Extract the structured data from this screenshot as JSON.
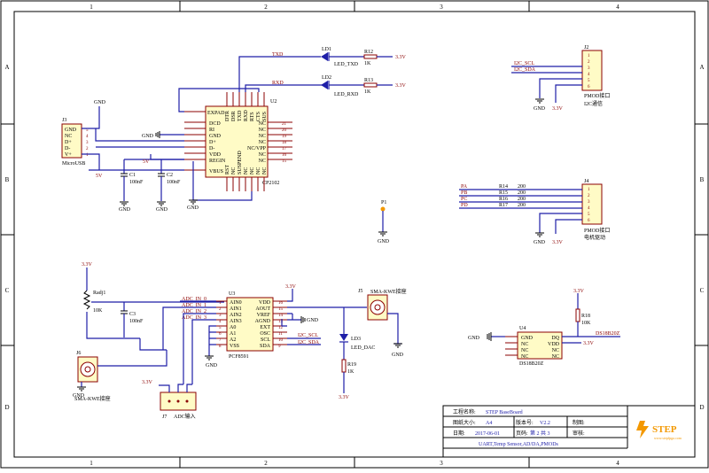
{
  "frame": {
    "cols": [
      "1",
      "2",
      "3",
      "4"
    ],
    "rows": [
      "A",
      "B",
      "C",
      "D"
    ]
  },
  "labels": {
    "gnd": "GND",
    "v33": "3.3V",
    "v5": "5V",
    "vbus_5v": "5V"
  },
  "cp2102": {
    "ref": "U2",
    "name": "CP2102",
    "left_pins": [
      "EXPAD",
      "DCD",
      "RI",
      "GND",
      "D+",
      "D-",
      "VDD",
      "REGIN",
      "VBUS"
    ],
    "top_pins": [
      "DTR",
      "DSR",
      "TXD",
      "RXD",
      "RTS",
      "CTS",
      "SUS"
    ],
    "right_pins": [
      "NC",
      "NC",
      "NC",
      "NC",
      "NC/VPP",
      "NC",
      "NC"
    ],
    "right_nums": [
      "21",
      "20",
      "19",
      "18",
      "17",
      "16",
      "15"
    ],
    "bottom_pins": [
      "RST",
      "NC",
      "SUSPEND",
      "NC",
      "NC",
      "NC",
      "NC"
    ]
  },
  "usb": {
    "ref": "J3",
    "name": "MicroUSB",
    "pins": [
      "GND",
      "NC",
      "D+",
      "D-",
      "V+"
    ],
    "nums": [
      "5",
      "4",
      "3",
      "2",
      "1"
    ]
  },
  "leds_top": [
    {
      "ref": "LD1",
      "label": "LED_TXD",
      "net": "TXD",
      "res": "R12",
      "val": "1K"
    },
    {
      "ref": "LD2",
      "label": "LED_RXD",
      "net": "RXD",
      "res": "R13",
      "val": "1K"
    }
  ],
  "caps": [
    {
      "ref": "C1",
      "val": "100nF"
    },
    {
      "ref": "C2",
      "val": "100nF"
    },
    {
      "ref": "C3",
      "val": "100nF"
    }
  ],
  "j2": {
    "ref": "J2",
    "name": "PMOD接口",
    "sub": "I2C通信",
    "nums": [
      "1",
      "2",
      "3",
      "4",
      "5",
      "6"
    ],
    "nets": [
      "I2C_SCL",
      "I2C_SDA"
    ]
  },
  "j4": {
    "ref": "J4",
    "name": "PMOD接口",
    "sub": "电机驱动",
    "nums": [
      "1",
      "2",
      "3",
      "4",
      "5",
      "6"
    ],
    "nets": [
      "PA",
      "PB",
      "PC",
      "PD"
    ],
    "res": [
      "R14",
      "R15",
      "R16",
      "R17"
    ],
    "vals": [
      "200",
      "200",
      "200",
      "200"
    ]
  },
  "p1": {
    "ref": "P1"
  },
  "pot": {
    "ref": "Radj1",
    "val": "10K"
  },
  "pcf": {
    "ref": "U3",
    "name": "PCF8591",
    "left_pins": [
      "AIN0",
      "AIN1",
      "AIN2",
      "AIN3",
      "A0",
      "A1",
      "A2",
      "VSS"
    ],
    "left_nums": [
      "1",
      "2",
      "3",
      "4",
      "5",
      "6",
      "7",
      "8"
    ],
    "right_pins": [
      "VDD",
      "AOUT",
      "VREF",
      "AGND",
      "EXT",
      "OSC",
      "SCL",
      "SDA"
    ],
    "right_nums": [
      "16",
      "15",
      "14",
      "13",
      "12",
      "11",
      "10",
      "9"
    ],
    "adc_nets": [
      "ADC_IN_0",
      "ADC_IN_1",
      "ADC_IN_2",
      "ADC_IN_3"
    ],
    "i2c_nets": [
      "I2C_SCL",
      "I2C_SDA"
    ]
  },
  "j5": {
    "ref": "J5",
    "name": "SMA-KWE接座"
  },
  "j6": {
    "ref": "J6",
    "name": "SMA-KWE接座"
  },
  "j7": {
    "ref": "J7",
    "name": "ADC输入"
  },
  "ld3": {
    "ref": "LD3",
    "label": "LED_DAC",
    "res": "R19",
    "val": "1K"
  },
  "ds": {
    "ref": "U4",
    "name": "DS18B20Z",
    "left_pins": [
      "GND",
      "NC",
      "NC",
      "NC"
    ],
    "right_pins": [
      "DQ",
      "VDD",
      "NC",
      "NC"
    ],
    "net": "DS18B20Z",
    "res": "R18",
    "val": "10K"
  },
  "titleblock": {
    "project_label": "工程名称:",
    "project": "STEP BaseBoard",
    "size_label": "图纸大小:",
    "size": "A4",
    "version_label": "版本号:",
    "version": "V2.2",
    "drawn_label": "制图:",
    "date_label": "日期:",
    "date": "2017-06-01",
    "page_label": "页码:",
    "page": "第 2 共 3",
    "check_label": "审核:",
    "desc": "UART,Temp Sensor,AD/DA,PMODs",
    "brand": "STEP",
    "brand_url": "www.stepfpga.com",
    "brand_color": "#f39800"
  }
}
